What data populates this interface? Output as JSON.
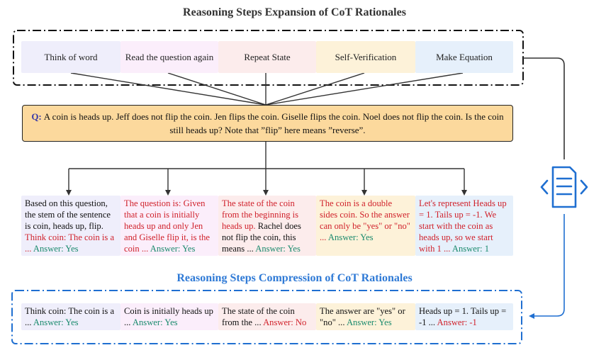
{
  "expansion_title": "Reasoning Steps Expansion of CoT Rationales",
  "compression_title": "Reasoning Steps Compression of CoT Rationales",
  "strategies": [
    {
      "label": "Think of word",
      "color": "#efeefb"
    },
    {
      "label": "Read the question again",
      "color": "#fbeefb"
    },
    {
      "label": "Repeat State",
      "color": "#fcecec"
    },
    {
      "label": "Self-Verification",
      "color": "#fdf2d9"
    },
    {
      "label": "Make Equation",
      "color": "#e6f0fb"
    }
  ],
  "question": {
    "prefix": "Q:",
    "text": "A coin is heads up. Jeff does not flip the coin. Jen flips the coin. Giselle flips the coin. Noel does not flip the coin. Is the coin still heads up? Note that ”flip” here means ”reverse”."
  },
  "rationales": [
    {
      "color": "#efeefb",
      "segments": [
        {
          "text": "Based on this question, the stem of the sentence is coin, heads up, flip. ",
          "style": "black"
        },
        {
          "text": "Think coin: The coin is a ... ",
          "style": "red"
        },
        {
          "text": "Answer: Yes",
          "style": "green"
        }
      ]
    },
    {
      "color": "#fbeefb",
      "segments": [
        {
          "text": "The question is: Given that a coin is initially heads up and only Jen and Giselle flip it, is the coin ... ",
          "style": "red"
        },
        {
          "text": "Answer: Yes",
          "style": "green"
        }
      ]
    },
    {
      "color": "#fcecec",
      "segments": [
        {
          "text": "The state of the coin from the beginning is heads up. ",
          "style": "red"
        },
        {
          "text": "Rachel does not flip the coin, this means ... ",
          "style": "black"
        },
        {
          "text": "Answer: Yes",
          "style": "green"
        }
      ]
    },
    {
      "color": "#fdf2d9",
      "segments": [
        {
          "text": "The coin is a double sides coin. So the answer can only be \"yes\" or \"no\" ... ",
          "style": "red"
        },
        {
          "text": "Answer: Yes",
          "style": "green"
        }
      ]
    },
    {
      "color": "#e6f0fb",
      "segments": [
        {
          "text": "Let's represent Heads up = 1. Tails up = -1. We start with the coin as heads up, so we start with 1 ... ",
          "style": "red"
        },
        {
          "text": "Answer: 1",
          "style": "green"
        }
      ]
    }
  ],
  "compressed": [
    {
      "color": "#efeefb",
      "segments": [
        {
          "text": "Think coin: The coin is a ... ",
          "style": "black"
        },
        {
          "text": "Answer: Yes",
          "style": "green"
        }
      ]
    },
    {
      "color": "#fbeefb",
      "segments": [
        {
          "text": "Coin is initially heads up ... ",
          "style": "black"
        },
        {
          "text": "Answer: Yes",
          "style": "green"
        }
      ]
    },
    {
      "color": "#fcecec",
      "segments": [
        {
          "text": "The state of the coin from the ... ",
          "style": "black"
        },
        {
          "text": "Answer: No",
          "style": "red"
        }
      ]
    },
    {
      "color": "#fdf2d9",
      "segments": [
        {
          "text": "The answer are \"yes\" or \"no\" ... ",
          "style": "black"
        },
        {
          "text": "Answer: Yes",
          "style": "green"
        }
      ]
    },
    {
      "color": "#e6f0fb",
      "segments": [
        {
          "text": "Heads up = 1. Tails up = -1 ... ",
          "style": "black"
        },
        {
          "text": "Answer: -1",
          "style": "red"
        }
      ]
    }
  ],
  "icon": "compress-document-icon"
}
